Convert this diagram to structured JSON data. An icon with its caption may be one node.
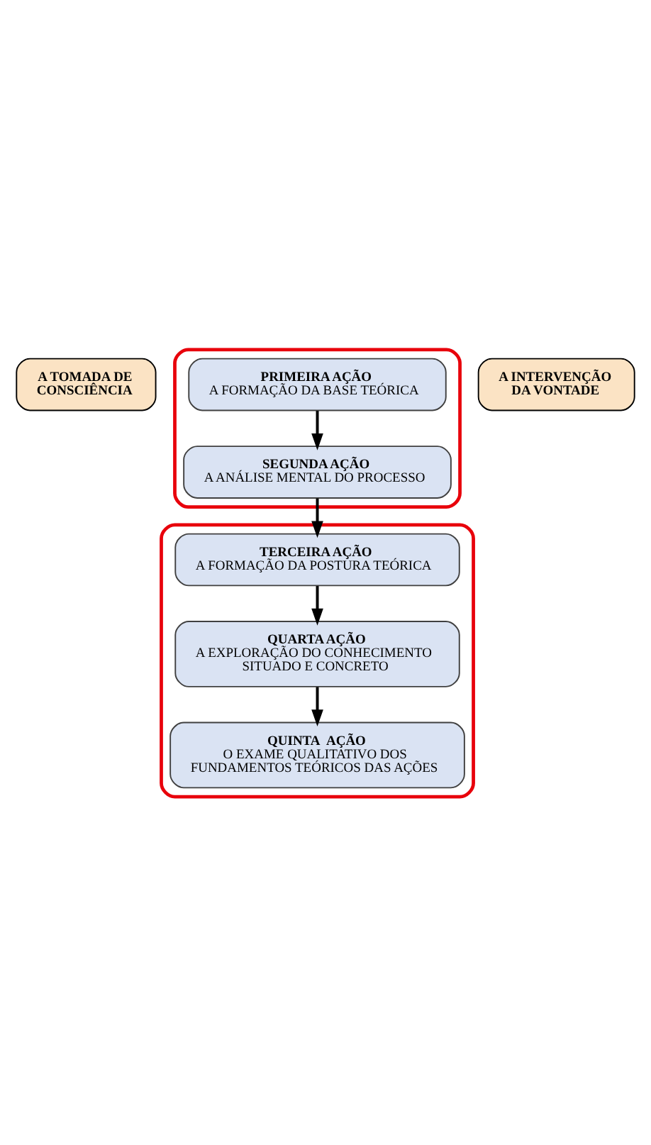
{
  "diagram": {
    "nodes": [
      {
        "text": [
          "A TOMADA DE CONSCIÊNCIA"
        ]
      },
      {
        "text": [],
        "shape": "box"
      },
      {
        "text": [
          "PRIMEIRA AÇÃO",
          "A FORMAÇÃO DA BASE TEÓRICA"
        ],
        "in": 1
      },
      {
        "text": [
          "SEGUNDA AÇÃO",
          "A ANÁLISE MENTAL DO PROCESSO"
        ],
        "in": 1
      },
      {
        "text": [
          "A INTERVENÇÃO DA VONTADE"
        ]
      },
      {
        "text": [],
        "shape": "box"
      },
      {
        "text": [
          "TERCEIRA AÇÃO",
          "A FORMAÇÃO DA POSTURA TEÓRICA"
        ],
        "in": 5
      },
      {
        "text": [
          "QUARTA AÇÃO",
          "A EXPLORAÇÃO DO CONHECIMENTO SITUADO E CONCRETO"
        ],
        "in": 5
      },
      {
        "text": [
          "QUINTA  AÇÃO",
          "O EXAME QUALITATIVO DOS FUNDAMENTOS TEÓRICOS DAS AÇÕES"
        ],
        "in": 5
      }
    ],
    "edges": [
      {
        "from": 2,
        "to": 3,
        "arrow": "to"
      },
      {
        "from": 3,
        "to": 6,
        "arrow": "to"
      },
      {
        "from": 6,
        "to": 7,
        "arrow": "to"
      },
      {
        "from": 7,
        "to": 8,
        "arrow": "to"
      }
    ]
  }
}
